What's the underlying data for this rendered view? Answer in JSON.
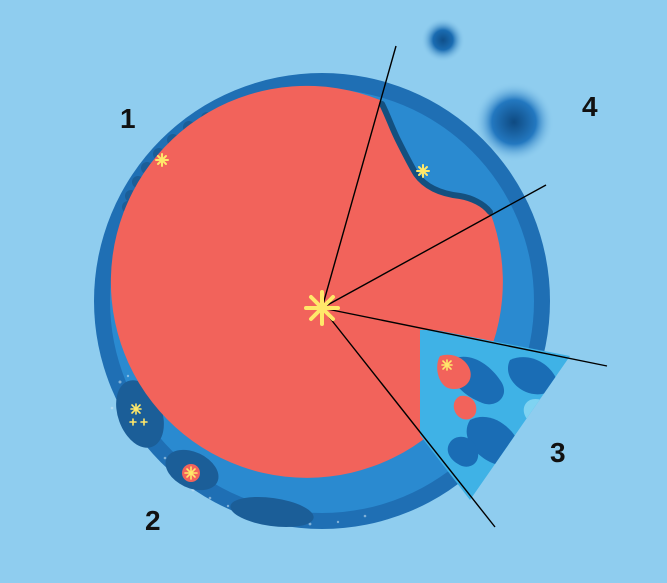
{
  "colors": {
    "background": "#8fcdef",
    "outer_wall": "#1f6fb4",
    "inner_band": "#2a8ad0",
    "core": "#f2635b",
    "vesicle": "#1b5e98",
    "star": "#ffe86a",
    "line": "#000000",
    "wedge_texture_light": "#3fb2e6",
    "wedge_texture_dark": "#1a6db5"
  },
  "labels": {
    "region_1": "1",
    "region_2": "2",
    "region_3": "3",
    "region_4": "4"
  },
  "icons": {
    "center": "asterisk-icon",
    "marker": "asterisk-icon"
  }
}
